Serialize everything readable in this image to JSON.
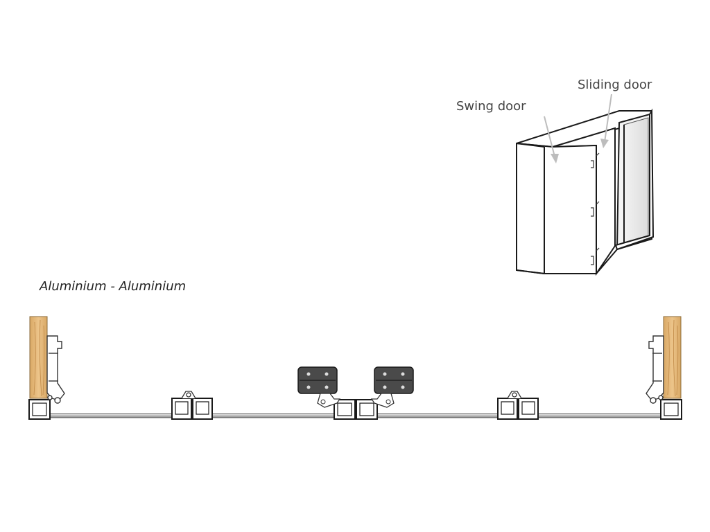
{
  "labels": {
    "swing_door": "Swing door",
    "sliding_door": "Sliding door",
    "material": "Aluminium - Aluminium"
  },
  "colors": {
    "line": "#1a1a1a",
    "wood": "#e3b779",
    "wood_grain": "#c99a5a",
    "glass": "#c8c8c8",
    "hinge_plate": "#4a4a4a",
    "hinge_metal": "#e6e6e6",
    "panel_inner": "#eeeeee"
  },
  "icons": {
    "swing_arrow": "arrow-down-icon",
    "sliding_arrow": "arrow-down-icon",
    "hinge": "hinge-icon"
  }
}
